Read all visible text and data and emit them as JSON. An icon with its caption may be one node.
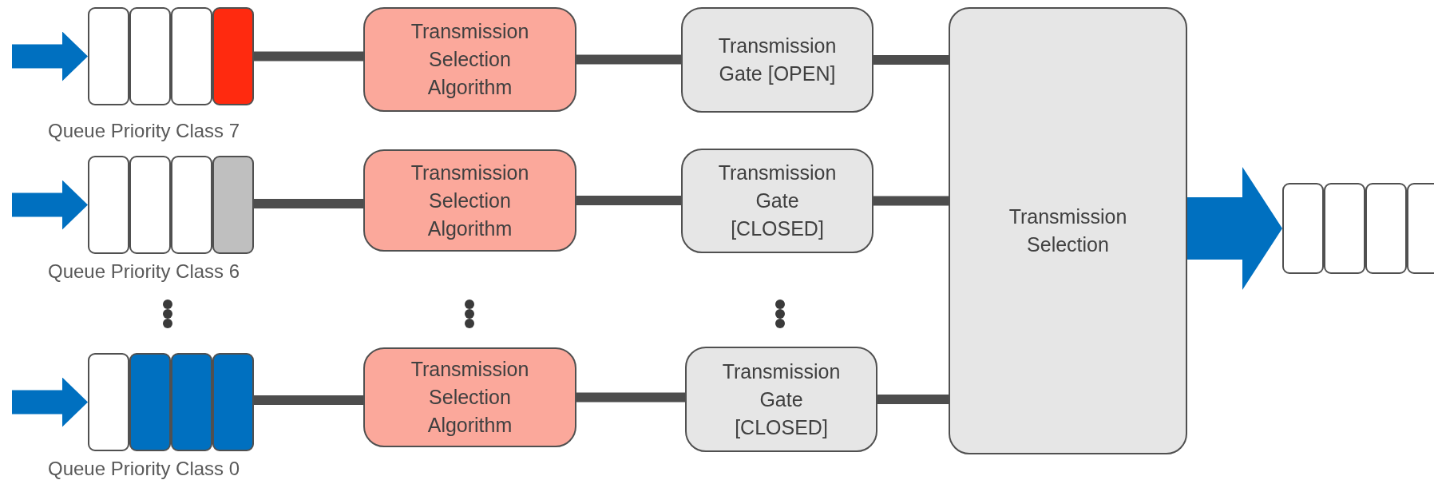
{
  "diagram": {
    "nodes": [
      {
        "text": [
          "Queue Priority Class 7"
        ]
      },
      {
        "text": [],
        "shape": "box",
        "in": 0
      },
      {
        "text": [],
        "shape": "box",
        "in": 0
      },
      {
        "text": [],
        "shape": "box",
        "in": 0
      },
      {
        "text": [],
        "shape": "box",
        "in": 0
      },
      {
        "text": [
          "Transmission Selection Algorithm"
        ]
      },
      {
        "text": [
          "Transmission Gate [OPEN]"
        ]
      },
      {
        "text": [
          "Queue Priority Class 6"
        ]
      },
      {
        "text": [],
        "shape": "box",
        "in": 7
      },
      {
        "text": [],
        "shape": "box",
        "in": 7
      },
      {
        "text": [],
        "shape": "box",
        "in": 7
      },
      {
        "text": [],
        "shape": "box",
        "in": 7
      },
      {
        "text": [
          "Transmission Selection Algorithm"
        ]
      },
      {
        "text": [
          "Transmission Gate [CLOSED]"
        ]
      },
      {
        "text": [
          "Queue Priority Class 0"
        ]
      },
      {
        "text": [],
        "shape": "box",
        "in": 14
      },
      {
        "text": [],
        "shape": "box",
        "in": 14
      },
      {
        "text": [],
        "shape": "box",
        "in": 14
      },
      {
        "text": [],
        "shape": "box",
        "in": 14
      },
      {
        "text": [
          "Transmission Selection Algorithm"
        ]
      },
      {
        "text": [
          "Transmission Gate [CLOSED]"
        ]
      },
      {
        "text": [
          "Transmission Selection"
        ]
      },
      {
        "text": [],
        "shape": "box"
      },
      {
        "text": [],
        "shape": "box"
      },
      {
        "text": [],
        "shape": "box"
      },
      {
        "text": [],
        "shape": "box"
      }
    ],
    "edges": [
      {
        "from": null,
        "to": 1,
        "arrow": "to",
        "style": "thick",
        "color": "#0070c0"
      },
      {
        "from": 4,
        "to": 5,
        "arrow": "none"
      },
      {
        "from": 5,
        "to": 6,
        "arrow": "none"
      },
      {
        "from": 6,
        "to": 21,
        "arrow": "none"
      },
      {
        "from": null,
        "to": 8,
        "arrow": "to",
        "style": "thick",
        "color": "#0070c0"
      },
      {
        "from": 11,
        "to": 12,
        "arrow": "none"
      },
      {
        "from": 12,
        "to": 13,
        "arrow": "none"
      },
      {
        "from": 13,
        "to": 21,
        "arrow": "none"
      },
      {
        "from": null,
        "to": 15,
        "arrow": "to",
        "style": "thick",
        "color": "#0070c0"
      },
      {
        "from": 18,
        "to": 19,
        "arrow": "none"
      },
      {
        "from": 19,
        "to": 20,
        "arrow": "none"
      },
      {
        "from": 20,
        "to": 21,
        "arrow": "none"
      },
      {
        "from": 21,
        "to": 22,
        "arrow": "to",
        "style": "thick",
        "color": "#0070c0"
      }
    ]
  }
}
